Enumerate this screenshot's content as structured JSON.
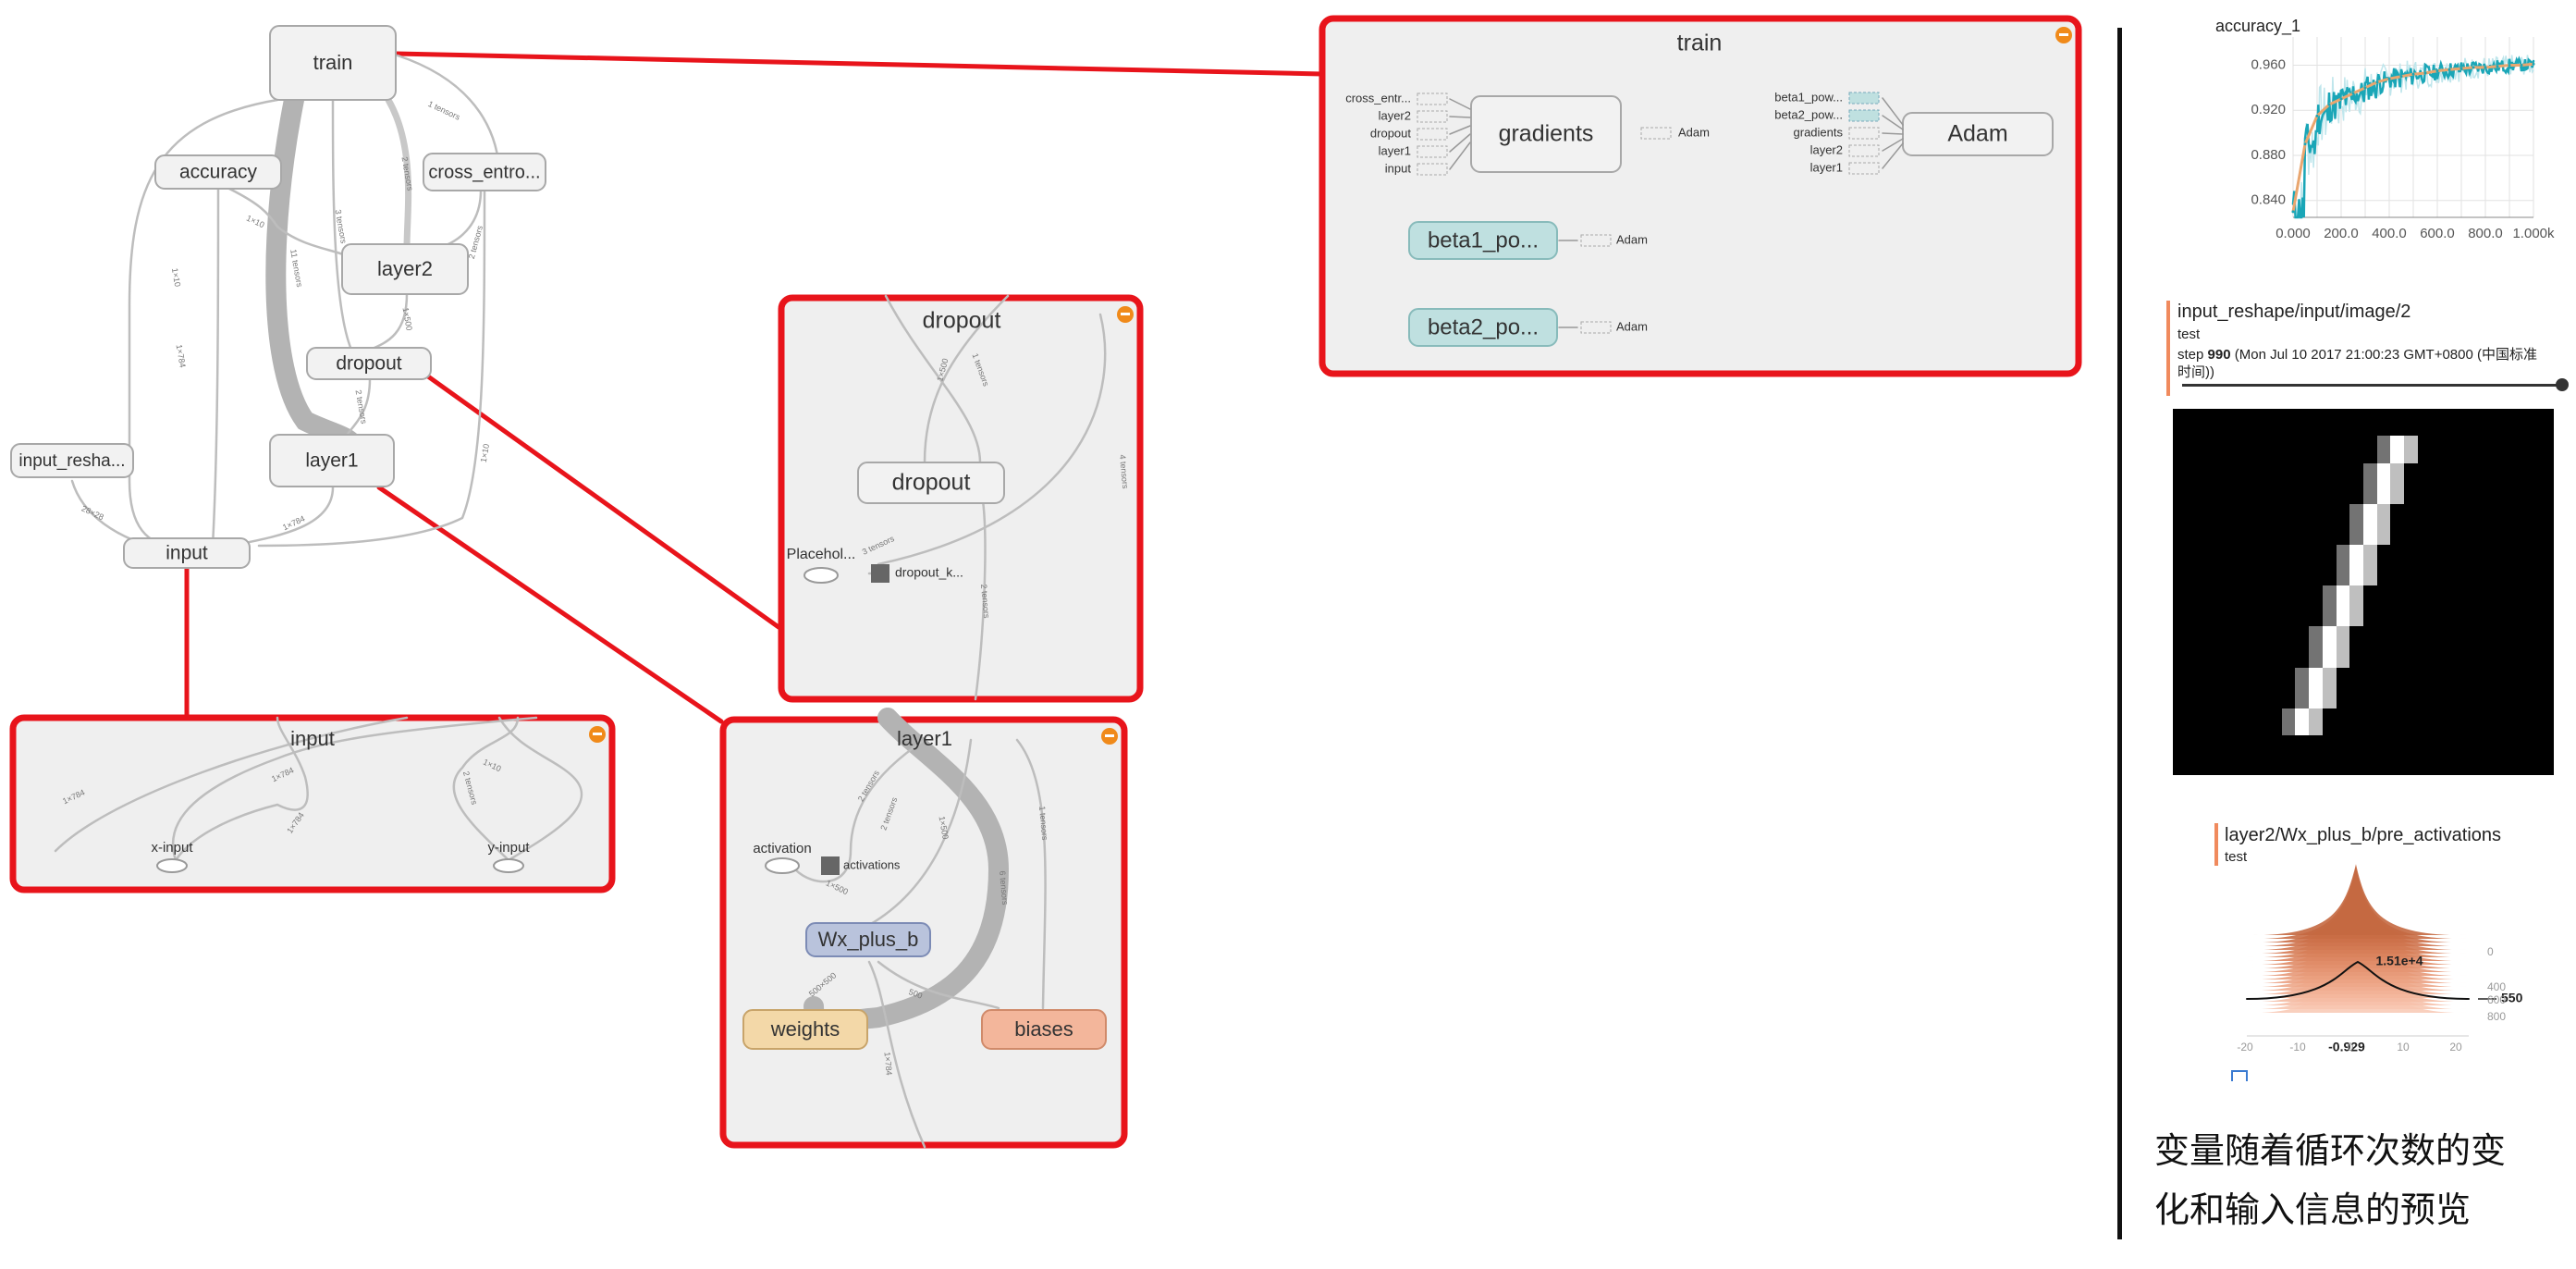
{
  "graph": {
    "main_nodes": {
      "train": "train",
      "accuracy": "accuracy",
      "cross_entropy": "cross_entro...",
      "layer2": "layer2",
      "dropout": "dropout",
      "layer1": "layer1",
      "input_reshape": "input_resha...",
      "input": "input"
    },
    "main_edge_labels": [
      "1 tensors",
      "11 tensors",
      "3 tensors",
      "2 tensors",
      "1×10",
      "1×784",
      "1×10",
      "1×500",
      "2 tensors",
      "2 tensors",
      "1×784",
      "28×28",
      "1×10"
    ],
    "train_panel": {
      "title": "train",
      "gradients": "gradients",
      "adam": "Adam",
      "beta1_power": "beta1_po...",
      "beta2_power": "beta2_po...",
      "gradients_inputs": [
        "cross_entr...",
        "layer2",
        "dropout",
        "layer1",
        "input"
      ],
      "adam_inputs": [
        "beta1_pow...",
        "beta2_pow...",
        "gradients",
        "layer2",
        "layer1"
      ],
      "adam_ref": "Adam"
    },
    "dropout_panel": {
      "title": "dropout",
      "dropout_node": "dropout",
      "placeholder": "Placehol...",
      "dropout_keep": "dropout_k...",
      "edge_labels": [
        "1×500",
        "1 tensors",
        "4 tensors",
        "3 tensors",
        "2 tensors"
      ]
    },
    "layer1_panel": {
      "title": "layer1",
      "activation": "activation",
      "activations": "activations",
      "wx_plus_b": "Wx_plus_b",
      "weights": "weights",
      "biases": "biases",
      "edge_labels": [
        "2 tensors",
        "2 tensors",
        "1×500",
        "6 tensors",
        "1 tensors",
        "1×500",
        "500×500",
        "500",
        "1×784"
      ]
    },
    "input_panel": {
      "title": "input",
      "x_input": "x-input",
      "y_input": "y-input",
      "edge_labels": [
        "1×784",
        "1×784",
        "1×784",
        "2 tensors",
        "1×10"
      ]
    }
  },
  "sidebar": {
    "accuracy_title": "accuracy_1",
    "accuracy_chart": {
      "y_ticks": [
        "0.960",
        "0.920",
        "0.880",
        "0.840"
      ],
      "x_ticks": [
        "0.000",
        "200.0",
        "400.0",
        "600.0",
        "800.0",
        "1.000k"
      ]
    },
    "image_card": {
      "tag": "input_reshape/input/image/2",
      "run": "test",
      "step_label": "step",
      "step_value": "990",
      "timestamp": "(Mon Jul 10 2017 21:00:23 GMT+0800 (中国标准",
      "timestamp_tail": "时间))"
    },
    "histogram_card": {
      "tag": "layer2/Wx_plus_b/pre_activations",
      "run": "test",
      "peak_label": "1.51e+4",
      "cursor_x": "-0.929",
      "step_marker": "550",
      "y_ticks": [
        "0",
        "400",
        "600",
        "800"
      ],
      "x_ticks": [
        "-20",
        "-10",
        "0",
        "10",
        "20"
      ]
    },
    "caption_line1": "变量随着循环次数的变",
    "caption_line2": "化和输入信息的预览"
  },
  "chart_data": {
    "type": "line",
    "title": "accuracy_1",
    "x": [
      0,
      50,
      100,
      150,
      200,
      250,
      300,
      350,
      400,
      450,
      500,
      550,
      600,
      650,
      700,
      750,
      800,
      850,
      900,
      950,
      1000
    ],
    "series": [
      {
        "values": [
          0.83,
          0.89,
          0.915,
          0.925,
          0.93,
          0.935,
          0.94,
          0.945,
          0.948,
          0.95,
          0.952,
          0.953,
          0.955,
          0.956,
          0.957,
          0.958,
          0.958,
          0.959,
          0.96,
          0.96,
          0.961
        ]
      }
    ],
    "xlim": [
      0,
      1000
    ],
    "ylim": [
      0.825,
      0.985
    ],
    "grid": true,
    "colors": {
      "line": "#1aa6b7",
      "smooth": "#e9a66f",
      "raw": "#bfe6ec"
    }
  },
  "colors": {
    "highlight": "#e8141b",
    "node_fill": "#f2f2f2",
    "node_stroke": "#a8a8a8",
    "panel_fill": "#efefef",
    "teal_fill": "#bfe0e0",
    "blue_fill": "#b9c3dc",
    "weights_fill": "#f3d8a8",
    "biases_fill": "#f3b69b",
    "accent_orange": "#f08a5d"
  }
}
